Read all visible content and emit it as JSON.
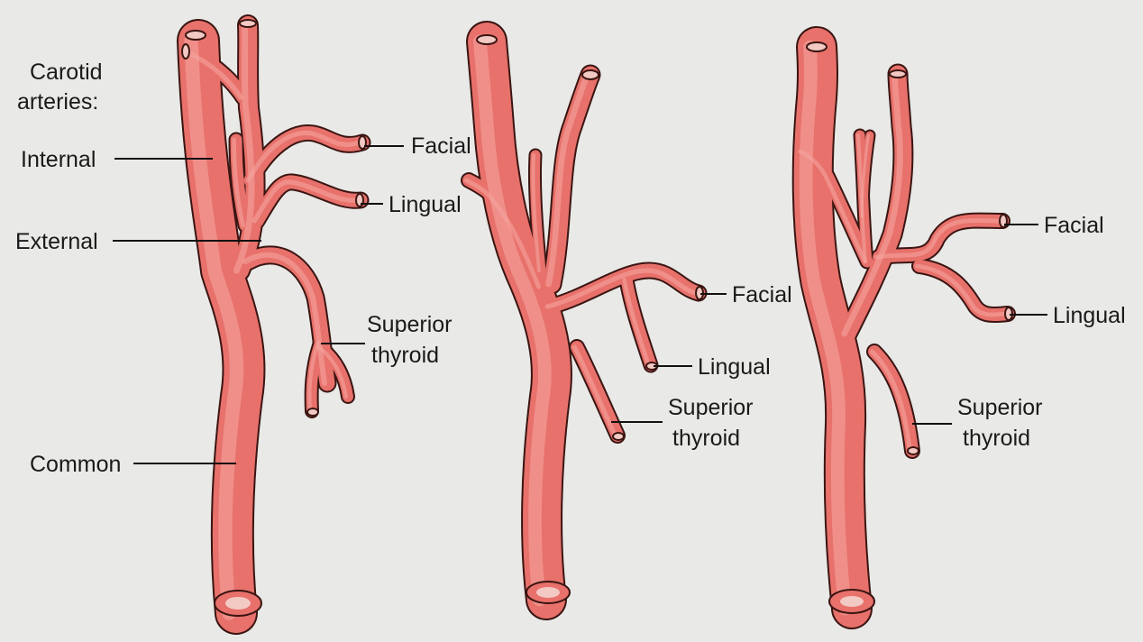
{
  "colors": {
    "background": "#e9e9e7",
    "artery": "#e8716b",
    "artery_highlight": "#f6a8a2",
    "outline": "#3a1512",
    "lumen": "#f3c9c4",
    "text": "#1a1a1a"
  },
  "variant1": {
    "heading_line1": "Carotid",
    "heading_line2": "arteries:",
    "internal": "Internal",
    "external": "External",
    "common": "Common",
    "facial": "Facial",
    "lingual": "Lingual",
    "superior_line1": "Superior",
    "superior_line2": "thyroid"
  },
  "variant2": {
    "facial": "Facial",
    "lingual": "Lingual",
    "superior_line1": "Superior",
    "superior_line2": "thyroid"
  },
  "variant3": {
    "facial": "Facial",
    "lingual": "Lingual",
    "superior_line1": "Superior",
    "superior_line2": "thyroid"
  }
}
